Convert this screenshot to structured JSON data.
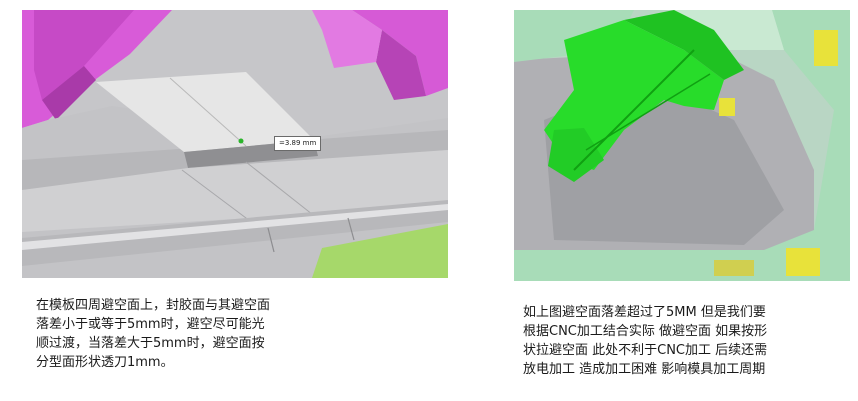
{
  "left_panel": {
    "measurement_label": "=3.89 mm",
    "caption_lines": [
      "在模板四周避空面上，封胶面与其避空面",
      "落差小于或等于5mm时，避空尽可能光",
      "顺过渡，当落差大于5mm时，避空面按",
      "分型面形状透刀1mm。"
    ]
  },
  "right_panel": {
    "caption_lines": [
      "如上图避空面落差超过了5MM 但是我们要",
      "根据CNC加工结合实际 做避空面 如果按形",
      "状拉避空面 此处不利于CNC加工 后续还需",
      "放电加工 造成加工困难 影响模具加工周期"
    ]
  },
  "colors": {
    "magenta": "#d85bd8",
    "bright_green": "#28dc2a",
    "mint": "#b9e5c6",
    "yellow": "#e8e23a",
    "grey": "#c6c6c9",
    "lime": "#a6d86a"
  }
}
